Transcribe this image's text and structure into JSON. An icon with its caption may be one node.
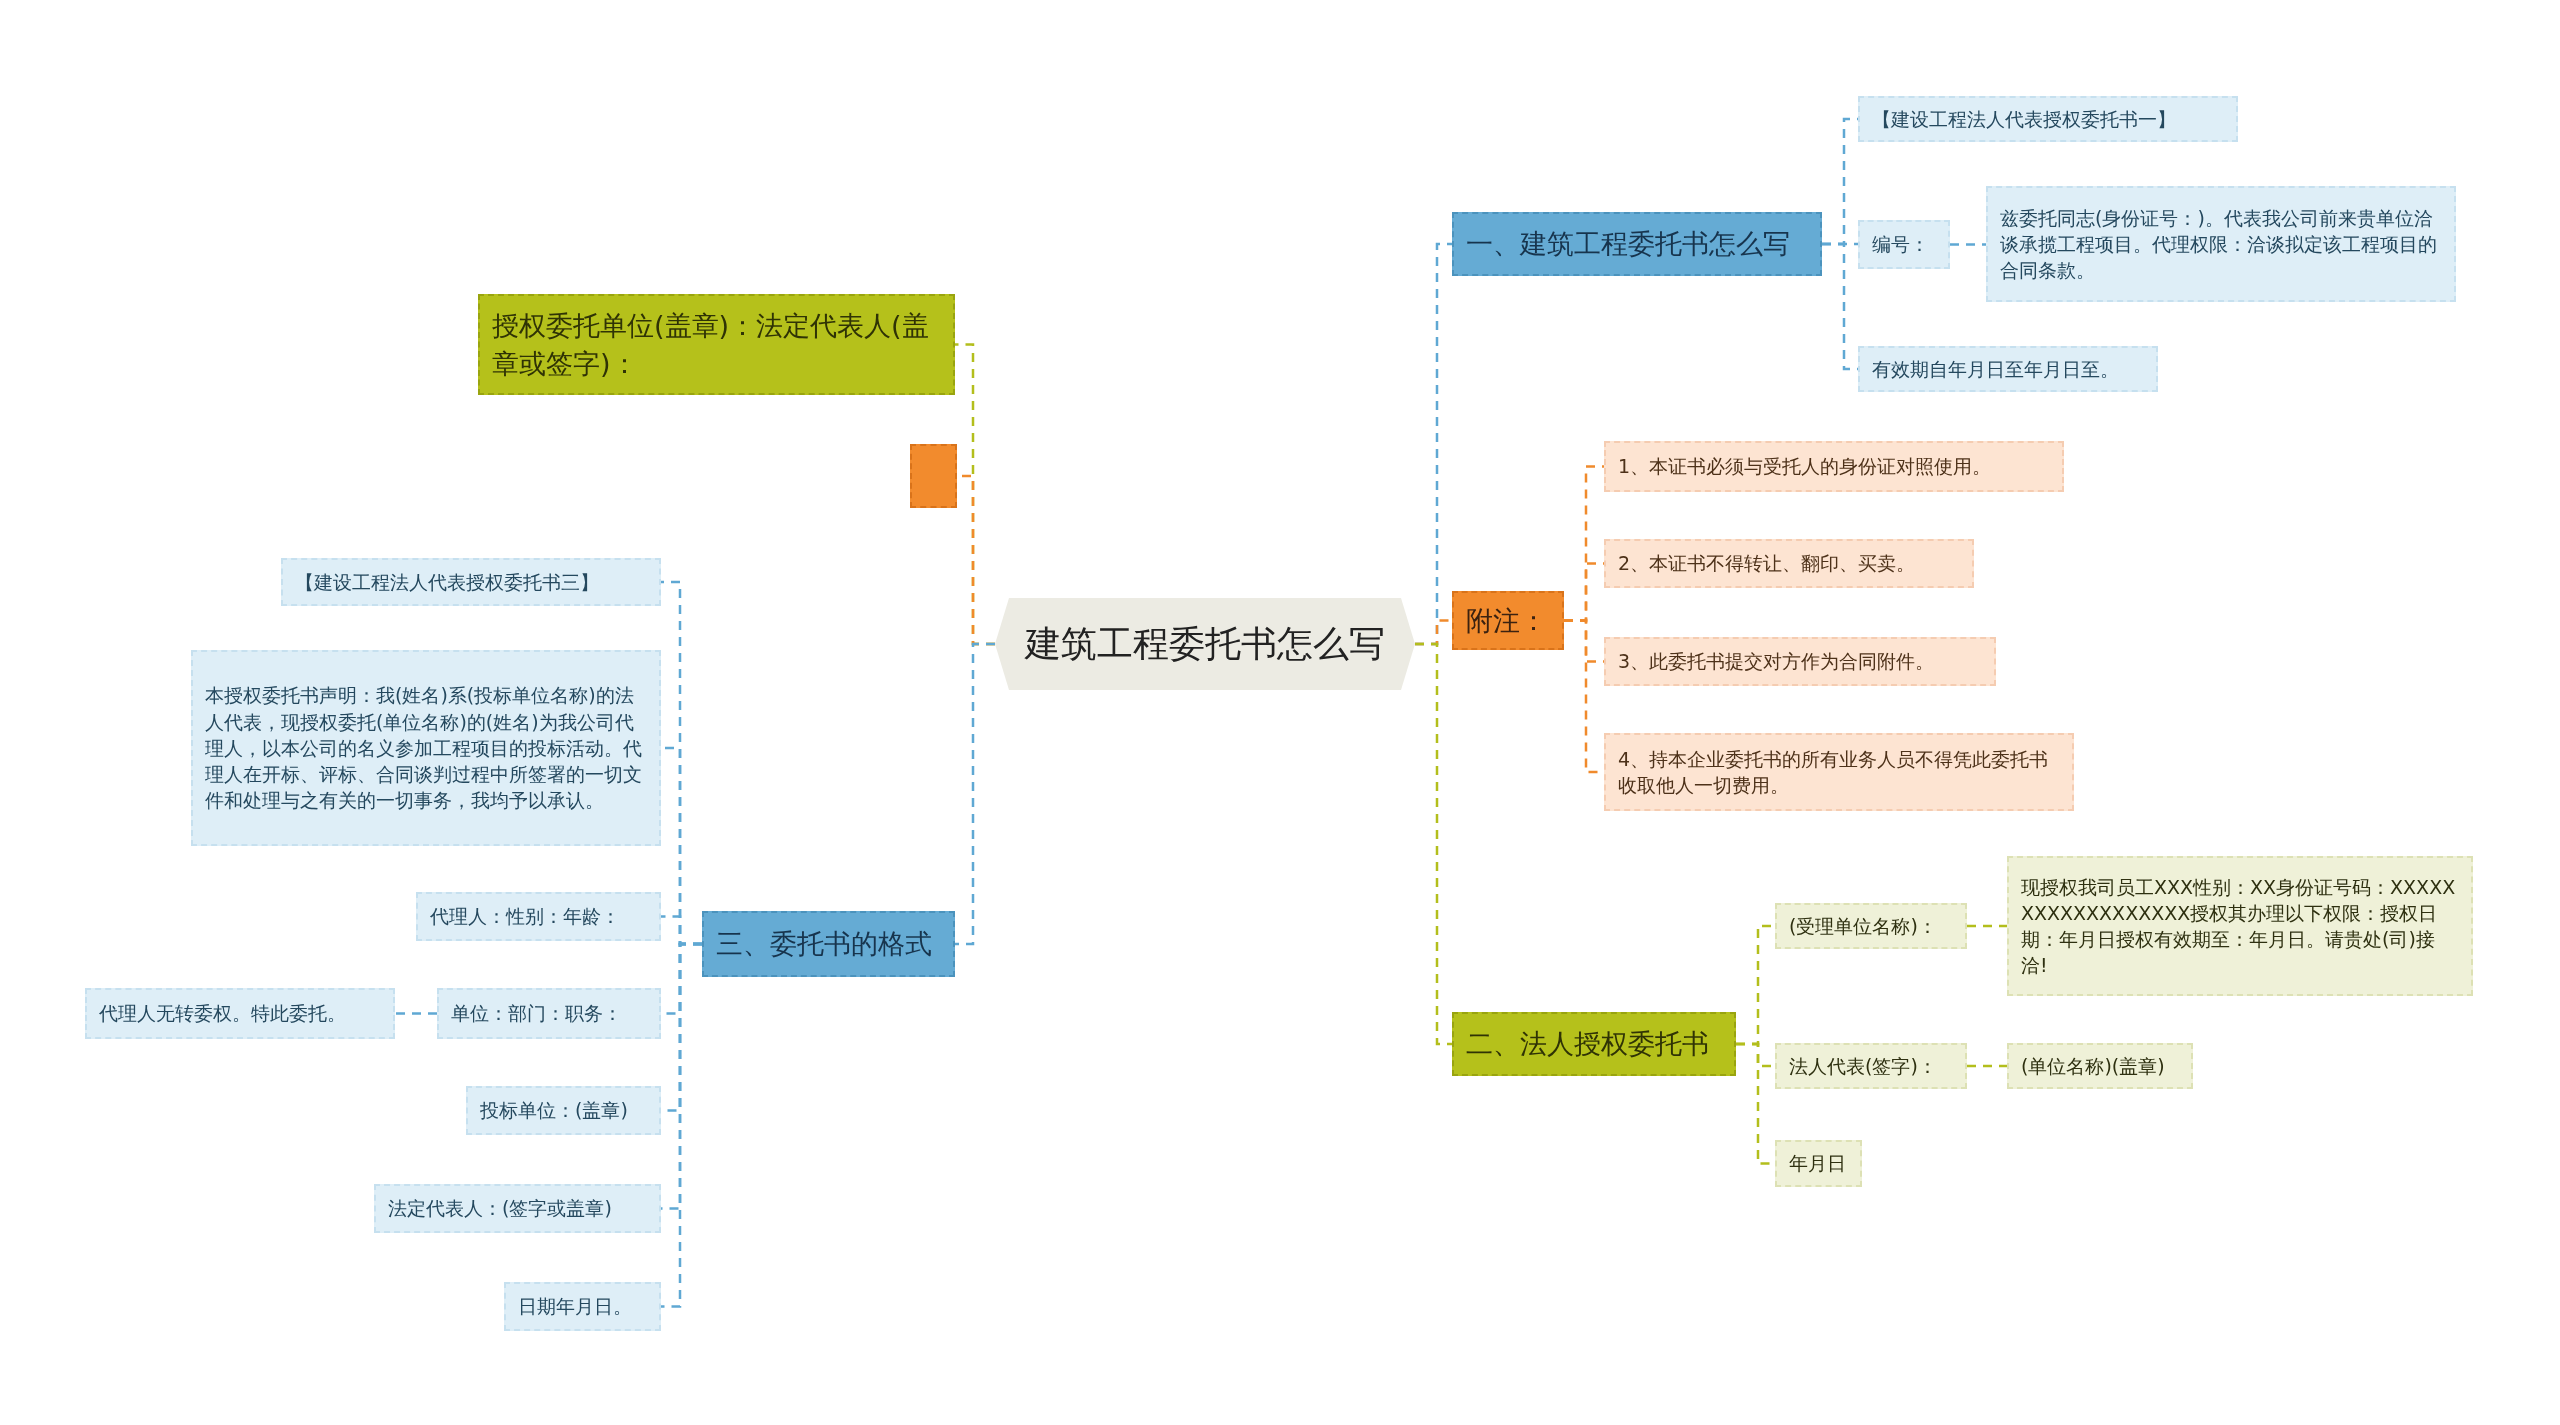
{
  "diagram": {
    "nodes": [
      {
        "text": [
          "建筑工程委托书怎么写"
        ]
      },
      {
        "text": [
          "一、建筑工程委托书怎么写"
        ]
      },
      {
        "text": [
          "【建设工程法人代表授权委托书一】"
        ]
      },
      {
        "text": [
          "编号："
        ]
      },
      {
        "text": [
          "兹委托同志(身份证号：)。代表我公司前来贵单位洽谈承揽工程项目。代理权限：洽谈拟定该工程项目的合同条款。"
        ]
      },
      {
        "text": [
          "有效期自年月日至年月日至。"
        ]
      },
      {
        "text": [
          "附注："
        ]
      },
      {
        "text": [
          "1、本证书必须与受托人的身份证对照使用。"
        ]
      },
      {
        "text": [
          "2、本证书不得转让、翻印、买卖。"
        ]
      },
      {
        "text": [
          "3、此委托书提交对方作为合同附件。"
        ]
      },
      {
        "text": [
          "4、持本企业委托书的所有业务人员不得凭此委托书收取他人一切费用。"
        ]
      },
      {
        "text": [
          "二、法人授权委托书"
        ]
      },
      {
        "text": [
          "(受理单位名称)："
        ]
      },
      {
        "text": [
          "现授权我司员工XXX性别：XX身份证号码：XXXXXXXXXXXXXXXXXX授权其办理以下权限：授权日期：年月日授权有效期至：年月日。请贵处(司)接洽!"
        ]
      },
      {
        "text": [
          "法人代表(签字)："
        ]
      },
      {
        "text": [
          "(单位名称)(盖章)"
        ]
      },
      {
        "text": [
          "年月日"
        ]
      },
      {
        "text": [
          "授权委托单位(盖章)：法定代表人(盖章或签字)："
        ]
      },
      {
        "text": [],
        "shape": "box"
      },
      {
        "text": [
          "三、委托书的格式"
        ]
      },
      {
        "text": [
          "【建设工程法人代表授权委托书三】"
        ]
      },
      {
        "text": [
          "本授权委托书声明：我(姓名)系(投标单位名称)的法人代表，现授权委托(单位名称)的(姓名)为我公司代理人，以本公司的名义参加工程项目的投标活动。代理人在开标、评标、合同谈判过程中所签署的一切文件和处理与之有关的一切事务，我均予以承认。"
        ]
      },
      {
        "text": [
          "代理人：性别：年龄："
        ]
      },
      {
        "text": [
          "单位：部门：职务："
        ]
      },
      {
        "text": [
          "代理人无转委权。特此委托。"
        ]
      },
      {
        "text": [
          "投标单位：(盖章)"
        ]
      },
      {
        "text": [
          "法定代表人：(签字或盖章)"
        ]
      },
      {
        "text": [
          "日期年月日。"
        ]
      }
    ],
    "edges": [
      {
        "from": 0,
        "to": 1,
        "arrow": "none",
        "style": "dashed",
        "color": "#5fa8d3"
      },
      {
        "from": 0,
        "to": 6,
        "arrow": "none",
        "style": "dashed",
        "color": "#f08a2c"
      },
      {
        "from": 0,
        "to": 11,
        "arrow": "none",
        "style": "dashed",
        "color": "#b3be1c"
      },
      {
        "from": 0,
        "to": 17,
        "arrow": "none",
        "style": "dashed",
        "color": "#b3be1c"
      },
      {
        "from": 0,
        "to": 18,
        "arrow": "none",
        "style": "dashed",
        "color": "#f08a2c"
      },
      {
        "from": 0,
        "to": 19,
        "arrow": "none",
        "style": "dashed",
        "color": "#5fa8d3"
      },
      {
        "from": 1,
        "to": 2,
        "arrow": "none",
        "style": "dashed",
        "color": "#5fa8d3"
      },
      {
        "from": 1,
        "to": 3,
        "arrow": "none",
        "style": "dashed",
        "color": "#5fa8d3"
      },
      {
        "from": 3,
        "to": 4,
        "arrow": "none",
        "style": "dashed",
        "color": "#5fa8d3"
      },
      {
        "from": 1,
        "to": 5,
        "arrow": "none",
        "style": "dashed",
        "color": "#5fa8d3"
      },
      {
        "from": 6,
        "to": 7,
        "arrow": "none",
        "style": "dashed",
        "color": "#f08a2c"
      },
      {
        "from": 6,
        "to": 8,
        "arrow": "none",
        "style": "dashed",
        "color": "#f08a2c"
      },
      {
        "from": 6,
        "to": 9,
        "arrow": "none",
        "style": "dashed",
        "color": "#f08a2c"
      },
      {
        "from": 6,
        "to": 10,
        "arrow": "none",
        "style": "dashed",
        "color": "#f08a2c"
      },
      {
        "from": 11,
        "to": 12,
        "arrow": "none",
        "style": "dashed",
        "color": "#b3be1c"
      },
      {
        "from": 12,
        "to": 13,
        "arrow": "none",
        "style": "dashed",
        "color": "#b3be1c"
      },
      {
        "from": 11,
        "to": 14,
        "arrow": "none",
        "style": "dashed",
        "color": "#b3be1c"
      },
      {
        "from": 14,
        "to": 15,
        "arrow": "none",
        "style": "dashed",
        "color": "#b3be1c"
      },
      {
        "from": 11,
        "to": 16,
        "arrow": "none",
        "style": "dashed",
        "color": "#b3be1c"
      },
      {
        "from": 19,
        "to": 20,
        "arrow": "none",
        "style": "dashed",
        "color": "#5fa8d3"
      },
      {
        "from": 19,
        "to": 21,
        "arrow": "none",
        "style": "dashed",
        "color": "#5fa8d3"
      },
      {
        "from": 19,
        "to": 22,
        "arrow": "none",
        "style": "dashed",
        "color": "#5fa8d3"
      },
      {
        "from": 19,
        "to": 23,
        "arrow": "none",
        "style": "dashed",
        "color": "#5fa8d3"
      },
      {
        "from": 23,
        "to": 24,
        "arrow": "none",
        "style": "dashed",
        "color": "#5fa8d3"
      },
      {
        "from": 19,
        "to": 25,
        "arrow": "none",
        "style": "dashed",
        "color": "#5fa8d3"
      },
      {
        "from": 19,
        "to": 26,
        "arrow": "none",
        "style": "dashed",
        "color": "#5fa8d3"
      },
      {
        "from": 19,
        "to": 27,
        "arrow": "none",
        "style": "dashed",
        "color": "#5fa8d3"
      }
    ]
  }
}
